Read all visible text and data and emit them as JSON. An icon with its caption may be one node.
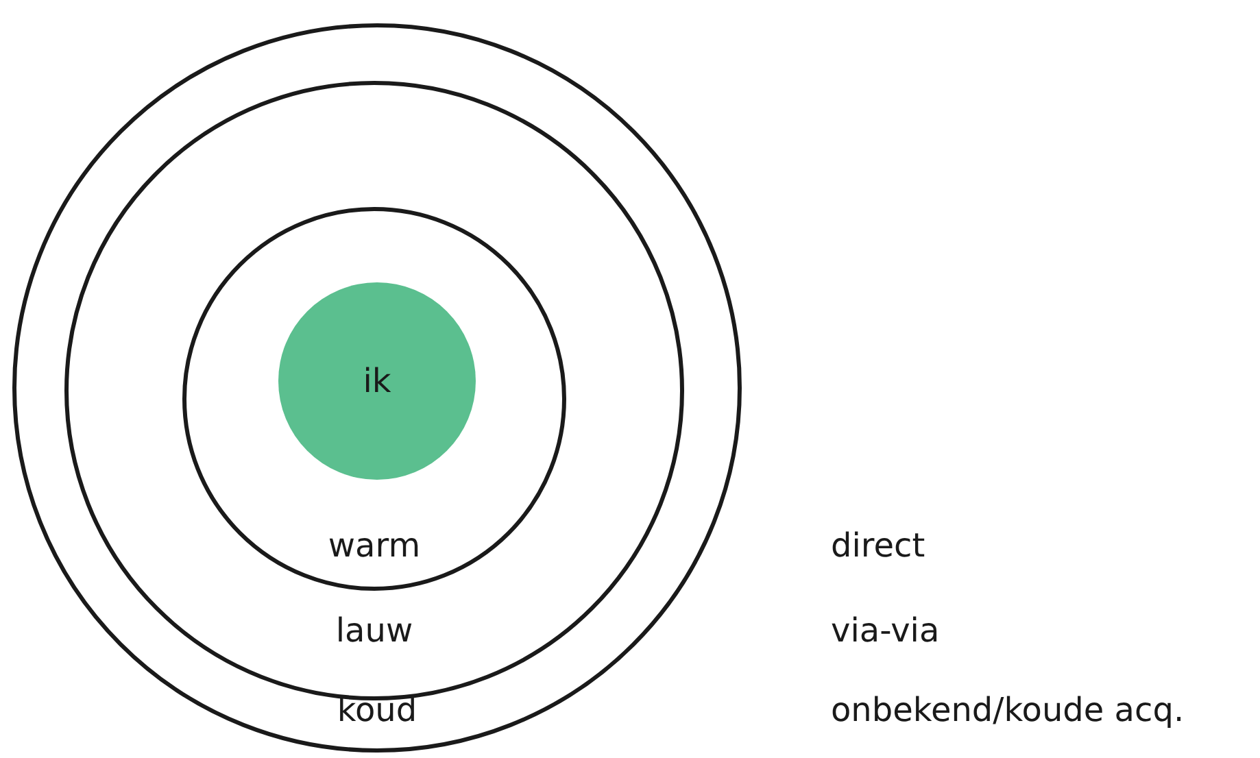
{
  "diagram": {
    "nodes": [
      {
        "text": [
          "koud"
        ]
      },
      {
        "text": [
          "lauw"
        ],
        "in": 0
      },
      {
        "text": [
          "warm"
        ],
        "in": 1
      },
      {
        "text": [
          "ik"
        ],
        "in": 2
      }
    ],
    "labels": [
      "direct",
      "via-via",
      "onbekend/koude acq."
    ]
  }
}
